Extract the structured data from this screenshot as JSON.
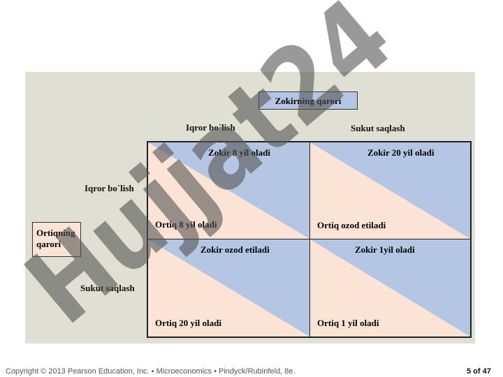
{
  "diagram": {
    "column_player_label": "Zokirning qarori",
    "row_player_label_line1": "Ortiqning",
    "row_player_label_line2": "qarori",
    "column_headers": [
      "Iqror bo`lish",
      "Sukut saqlash"
    ],
    "row_headers": [
      "Iqror bo`lish",
      "Sukut saqlash"
    ],
    "cells": [
      {
        "column_player": "Zokir 8 yil oladi",
        "row_player": "Ortiq 8 yil oladi"
      },
      {
        "column_player": "Zokir 20 yil oladi",
        "row_player": "Ortiq ozod etiladi"
      },
      {
        "column_player": "Zokir ozod etiladi",
        "row_player": "Ortiq 20 yil oladi"
      },
      {
        "column_player": "Zokir 1yil oladi",
        "row_player": "Ortiq 1 yil oladi"
      }
    ],
    "colors": {
      "cell_blue": "#b4c6e4",
      "cell_peach": "#fbe4d5",
      "panel_bg": "#dfdfd3"
    }
  },
  "watermark": {
    "text": "Hujjat24",
    "colors": {
      "dark": "#555555",
      "accent": "#b8aee6"
    }
  },
  "footer": {
    "copyright": "Copyright © 2013  Pearson Education, Inc. • Microeconomics  •  Pindyck/Rubinfeld, 8e.",
    "page": "5 of 47"
  }
}
